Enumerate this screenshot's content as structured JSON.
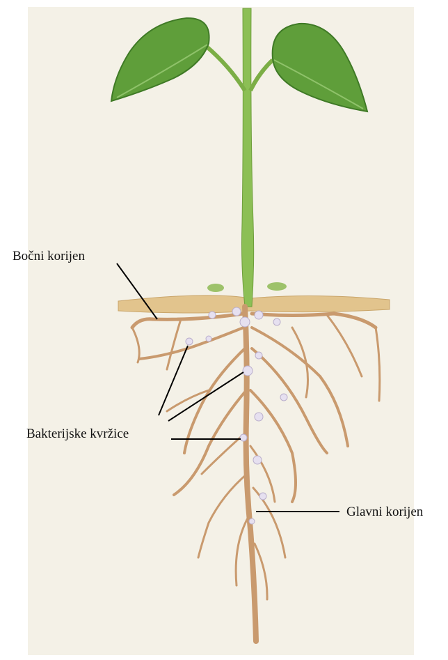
{
  "labels": {
    "lateral_root": "Bočni korijen",
    "nodules": "Bakterijske kvržice",
    "main_root": "Glavni korijen"
  },
  "colors": {
    "background": "#f4f1e7",
    "leaf": "#5f9e3a",
    "leaf_dark": "#3f7a26",
    "stem": "#8cbf55",
    "soil": "#e2c48d",
    "root": "#c99a6e",
    "nodule": "#e6e0f0",
    "pointer_line": "#000000"
  }
}
